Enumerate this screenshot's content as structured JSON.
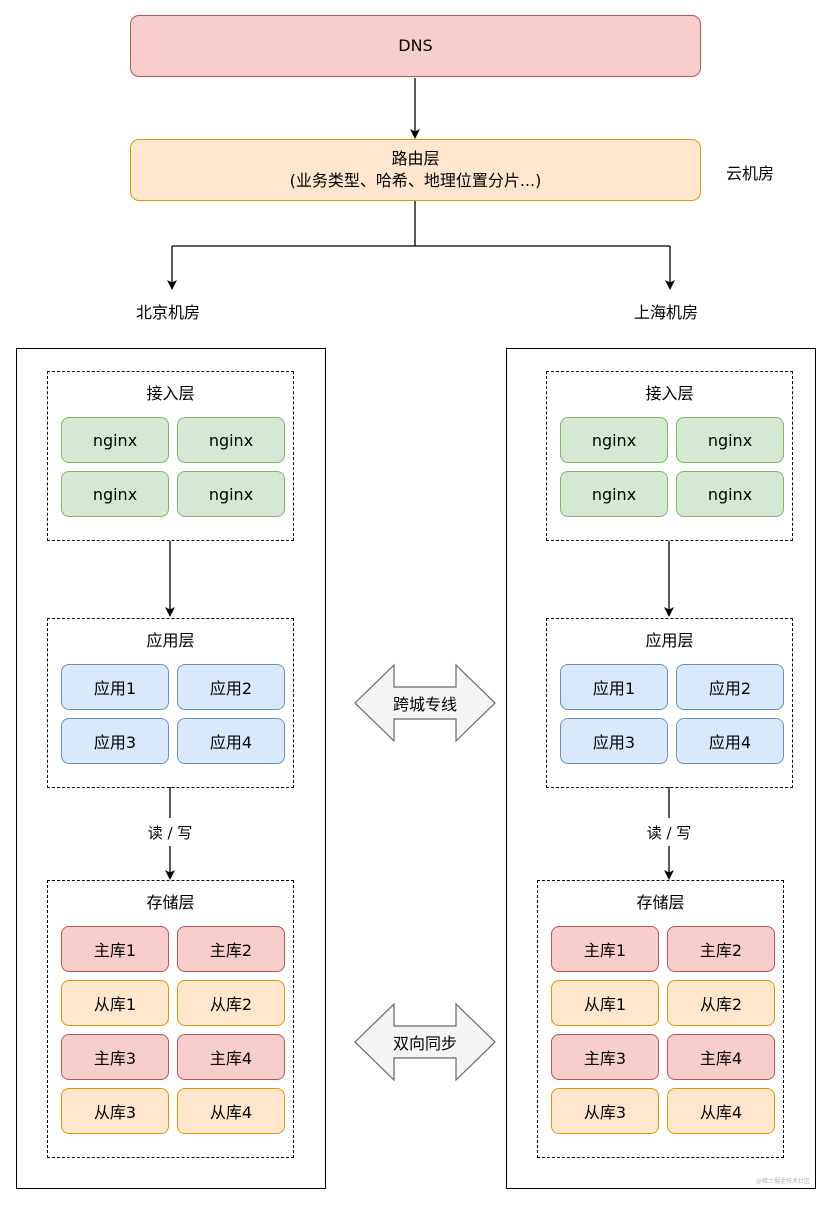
{
  "dns": "DNS",
  "router": {
    "title": "路由层",
    "subtitle": "(业务类型、哈希、地理位置分片...)"
  },
  "cloud_label": "云机房",
  "left_dc": {
    "name": "北京机房",
    "access": {
      "title": "接入层",
      "nodes": [
        "nginx",
        "nginx",
        "nginx",
        "nginx"
      ]
    },
    "app": {
      "title": "应用层",
      "nodes": [
        "应用1",
        "应用2",
        "应用3",
        "应用4"
      ]
    },
    "rw_label": "读 / 写",
    "storage": {
      "title": "存储层",
      "nodes": [
        "主库1",
        "主库2",
        "从库1",
        "从库2",
        "主库3",
        "主库4",
        "从库3",
        "从库4"
      ]
    }
  },
  "right_dc": {
    "name": "上海机房",
    "access": {
      "title": "接入层",
      "nodes": [
        "nginx",
        "nginx",
        "nginx",
        "nginx"
      ]
    },
    "app": {
      "title": "应用层",
      "nodes": [
        "应用1",
        "应用2",
        "应用3",
        "应用4"
      ]
    },
    "rw_label": "读 / 写",
    "storage": {
      "title": "存储层",
      "nodes": [
        "主库1",
        "主库2",
        "从库1",
        "从库2",
        "主库3",
        "主库4",
        "从库3",
        "从库4"
      ]
    }
  },
  "cross_link": "跨城专线",
  "sync_link": "双向同步",
  "watermark": "@稀土掘金技术社区",
  "colors": {
    "red_fill": "#f8cecc",
    "red_stroke": "#b85450",
    "orange_fill": "#ffe6cc",
    "orange_stroke": "#d79b00",
    "green_fill": "#d5e8d4",
    "green_stroke": "#82b366",
    "blue_fill": "#dae8fc",
    "blue_stroke": "#6c8ebf",
    "arrow_fill": "#f5f5f5",
    "arrow_stroke": "#666666"
  }
}
